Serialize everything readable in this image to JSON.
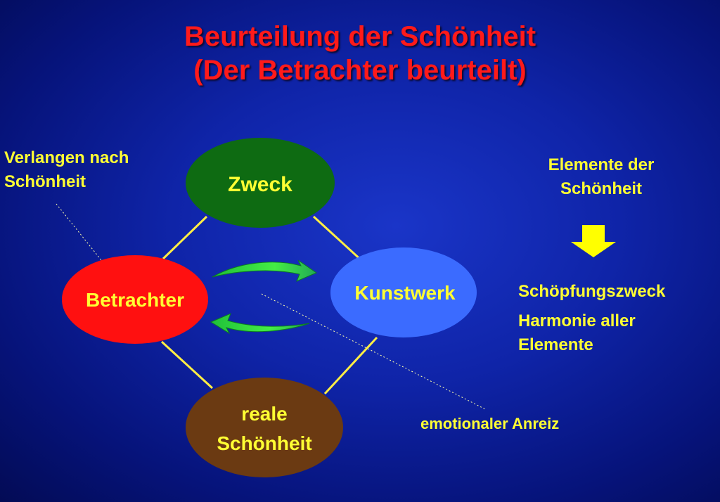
{
  "title": {
    "line1": "Beurteilung der Schönheit",
    "line2": "(Der Betrachter beurteilt)"
  },
  "nodes": {
    "zweck": "Zweck",
    "betrachter": "Betrachter",
    "kunstwerk": "Kunstwerk",
    "reale_line1": "reale",
    "reale_line2": "Schönheit"
  },
  "left_note": {
    "line1": "Verlangen nach",
    "line2": "Schönheit"
  },
  "right_panel": {
    "heading_line1": "Elemente der",
    "heading_line2": "Schönheit",
    "item1": "Schöpfungszweck",
    "item2_line1": "Harmonie aller",
    "item2_line2": "Elemente"
  },
  "bottom_note": "emotionaler Anreiz",
  "colors": {
    "background": "#0f24a8",
    "title": "#ff1a1a",
    "text": "#ffff33",
    "zweck": "#0e6b12",
    "betrachter": "#ff1010",
    "kunstwerk": "#3b6bff",
    "reale": "#6b3a12",
    "arrows": "#33dd33",
    "down_arrow": "#ffff00"
  }
}
